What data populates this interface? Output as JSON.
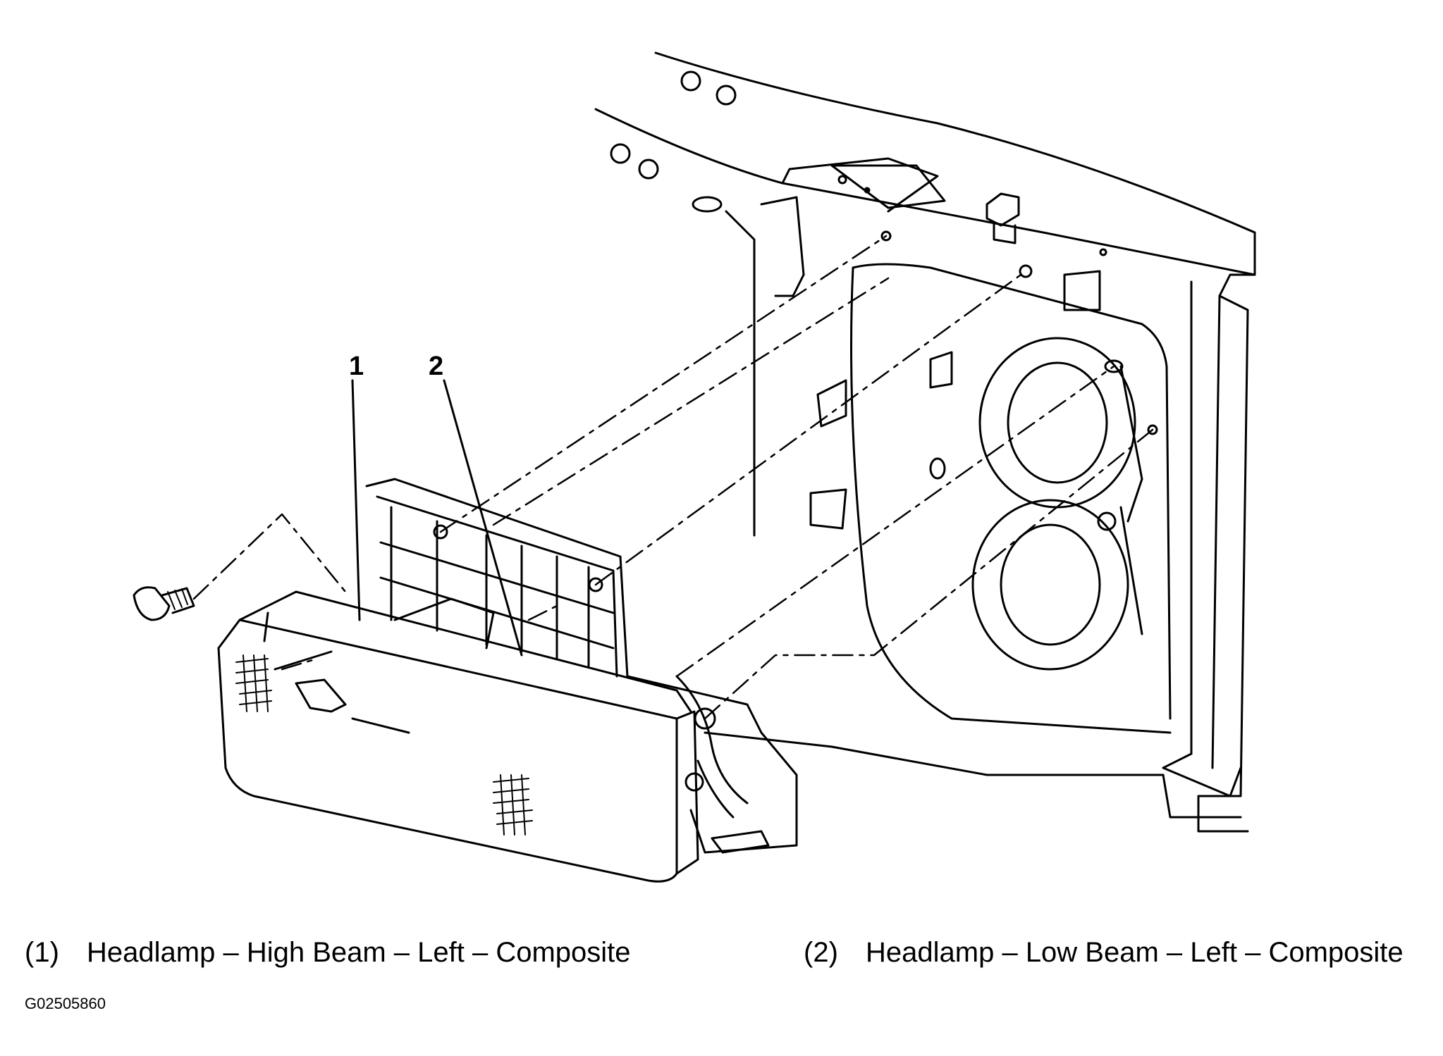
{
  "callouts": [
    {
      "number": "1",
      "label": "Headlamp – High Beam – Left – Composite"
    },
    {
      "number": "2",
      "label": "Headlamp – Low Beam – Left – Composite"
    }
  ],
  "legend": {
    "item1_num": "(1)",
    "item1_text": "Headlamp – High Beam – Left – Composite",
    "item2_num": "(2)",
    "item2_text": "Headlamp – Low Beam – Left – Composite"
  },
  "figure_id": "G02505860"
}
